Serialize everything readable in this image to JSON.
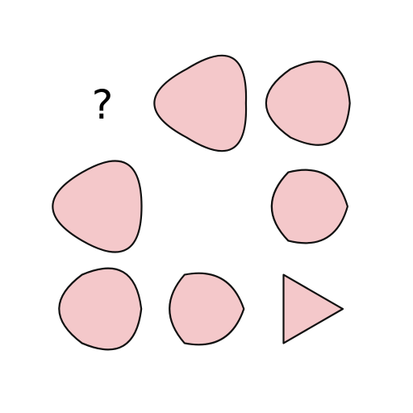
{
  "puzzle": {
    "question_mark": "?",
    "shape_fill": "#f4c8ca",
    "shape_stroke": "#111111",
    "cells": [
      {
        "row": 1,
        "col": 1,
        "content": "question-mark"
      },
      {
        "row": 1,
        "col": 2,
        "content": "shape",
        "roundness": 0.82
      },
      {
        "row": 1,
        "col": 3,
        "content": "shape",
        "roundness": 0.62
      },
      {
        "row": 2,
        "col": 1,
        "content": "shape",
        "roundness": 0.75
      },
      {
        "row": 2,
        "col": 2,
        "content": "empty"
      },
      {
        "row": 2,
        "col": 3,
        "content": "shape",
        "roundness": 0.42
      },
      {
        "row": 3,
        "col": 1,
        "content": "shape",
        "roundness": 0.58
      },
      {
        "row": 3,
        "col": 2,
        "content": "shape",
        "roundness": 0.38
      },
      {
        "row": 3,
        "col": 3,
        "content": "shape",
        "roundness": 0.0
      }
    ]
  }
}
